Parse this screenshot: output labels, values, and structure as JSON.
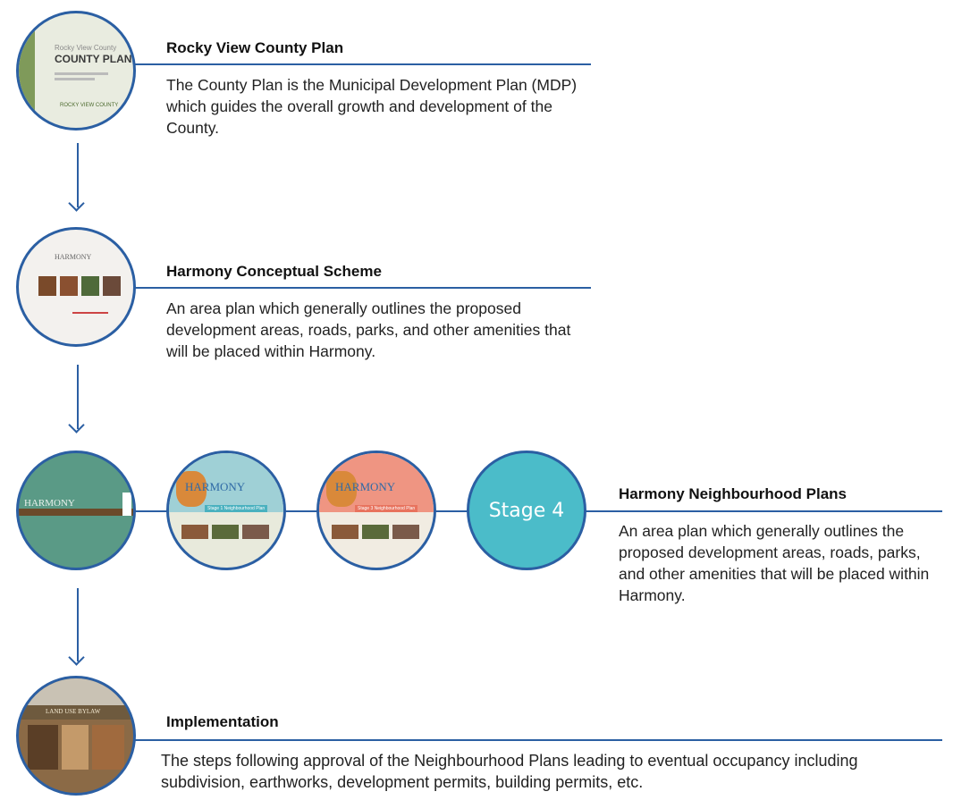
{
  "steps": [
    {
      "title": "Rocky View County Plan",
      "body": "The County Plan is the Municipal Development Plan (MDP) which guides the overall growth and development of the County."
    },
    {
      "title": "Harmony Conceptual Scheme",
      "body": "An area plan which generally outlines the proposed development areas, roads, parks, and other amenities that will be placed within Harmony."
    },
    {
      "title": "Harmony Neighbourhood Plans",
      "body": "An area plan which generally outlines the proposed development areas, roads, parks, and other amenities that will be placed within Harmony."
    },
    {
      "title": "Implementation",
      "body": "The steps following approval of the Neighbourhood Plans leading to eventual occupancy including subdivision, earthworks, development permits, building permits, etc."
    }
  ],
  "thumbnails": {
    "county_plan": {
      "small_text": "Rocky View County",
      "big_text": "COUNTY PLAN",
      "org": "ROCKY VIEW COUNTY"
    },
    "conceptual": {
      "heading": "HARMONY"
    },
    "stage1": {
      "label": "HARMONY"
    },
    "stage2": {
      "label": "HARMONY",
      "sub": "Stage 1 Neighbourhood Plan"
    },
    "stage3": {
      "label": "HARMONY",
      "sub": "Stage 3 Neighbourhood Plan"
    },
    "stage4": {
      "label": "Stage 4"
    },
    "implementation": {
      "banner": "LAND USE BYLAW"
    }
  },
  "colors": {
    "accent": "#2b5fa3",
    "stage4_fill": "#4bbcc9",
    "stage1_fill": "#5a9a86"
  }
}
